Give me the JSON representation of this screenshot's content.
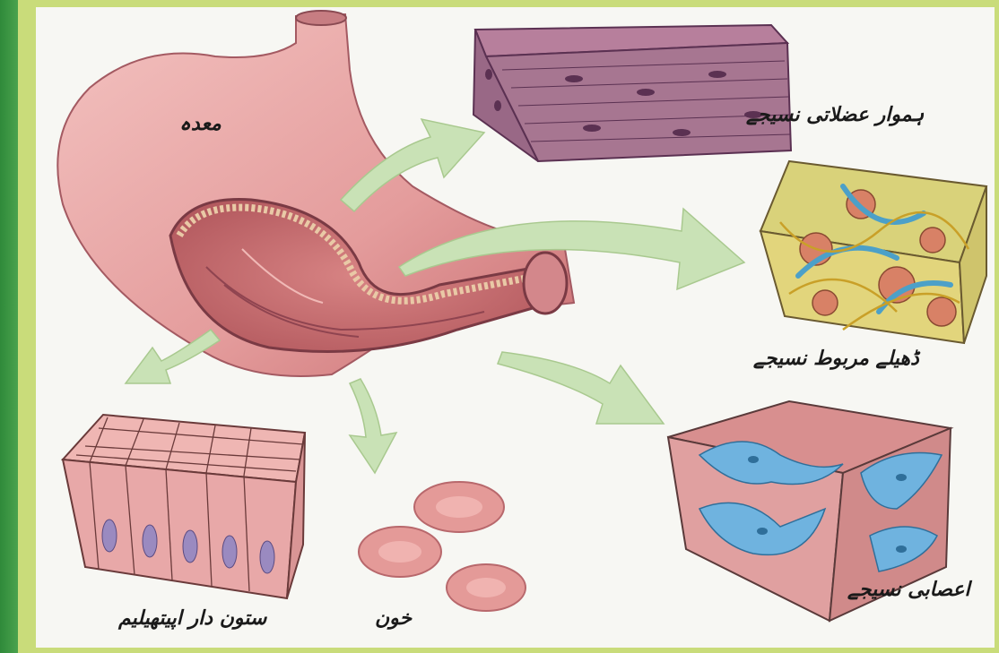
{
  "labels": {
    "stomach": "معدہ",
    "smooth_muscle": "ہموار عضلاتی نسیجے",
    "loose_connective": "ڈھیلے مربوط نسیجے",
    "nervous": "اعصابی نسیجے",
    "columnar_epithelium": "ستون دار اپیتھیلیم",
    "blood": "خون"
  },
  "colors": {
    "frame": "#c9dc7a",
    "side_bar": "#3a9440",
    "stomach": "#e9a6a6",
    "arrow": "#c9e2b6"
  }
}
